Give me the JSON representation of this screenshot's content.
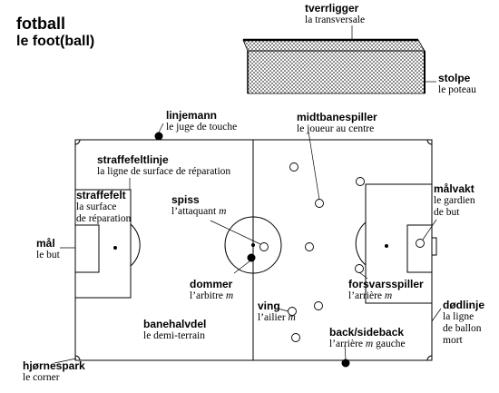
{
  "title": {
    "norwegian": "fotball",
    "french": "le foot(ball)"
  },
  "labels": {
    "tverrligger": {
      "no": "tverrligger",
      "fr": "la transversale"
    },
    "stolpe": {
      "no": "stolpe",
      "fr": "le poteau"
    },
    "linjemann": {
      "no": "linjemann",
      "fr": "le juge de touche"
    },
    "midtbanespiller": {
      "no": "midtbanespiller",
      "fr": "le joueur au centre"
    },
    "straffefeltlinje": {
      "no": "straffefeltlinje",
      "fr": "la ligne de surface de réparation"
    },
    "straffefelt": {
      "no": "straffefelt",
      "fr1": "la surface",
      "fr2": "de réparation"
    },
    "spiss": {
      "no": "spiss",
      "fr": "l’attaquant",
      "gender": "m"
    },
    "malvakt": {
      "no": "målvakt",
      "fr1": "le gardien",
      "fr2": "de but"
    },
    "mal": {
      "no": "mål",
      "fr": "le but"
    },
    "dommer": {
      "no": "dommer",
      "fr": "l’arbitre",
      "gender": "m"
    },
    "forsvarsspiller": {
      "no": "forsvarsspiller",
      "fr": "l’arrière",
      "gender": "m"
    },
    "dodlinje": {
      "no": "dødlinje",
      "fr1": "la ligne",
      "fr2": "de ballon",
      "fr3": "mort"
    },
    "banehalvdel": {
      "no": "banehalvdel",
      "fr": "le demi-terrain"
    },
    "ving": {
      "no": "ving",
      "fr": "l’ailier",
      "gender": "m"
    },
    "backsideback": {
      "no": "back/sideback",
      "fr_a": "l’arrière",
      "gender": "m",
      "fr_b": "gauche"
    },
    "hjornespark": {
      "no": "hjørnespark",
      "fr": "le corner"
    }
  },
  "colors": {
    "line": "#000000",
    "background": "#ffffff"
  }
}
